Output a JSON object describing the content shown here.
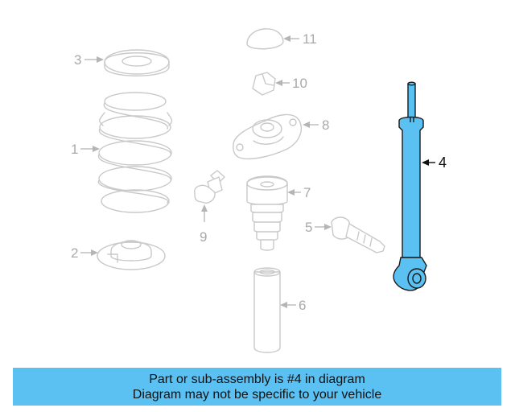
{
  "callouts": {
    "c1": "1",
    "c2": "2",
    "c3": "3",
    "c4": "4",
    "c5": "5",
    "c6": "6",
    "c7": "7",
    "c8": "8",
    "c9": "9",
    "c10": "10",
    "c11": "11"
  },
  "highlight": {
    "part_number": "4",
    "color": "#5bc0f2"
  },
  "banner": {
    "line1": "Part or sub-assembly is #4 in diagram",
    "line2": "Diagram may not be specific to your vehicle",
    "background": "#5bc0f2"
  }
}
